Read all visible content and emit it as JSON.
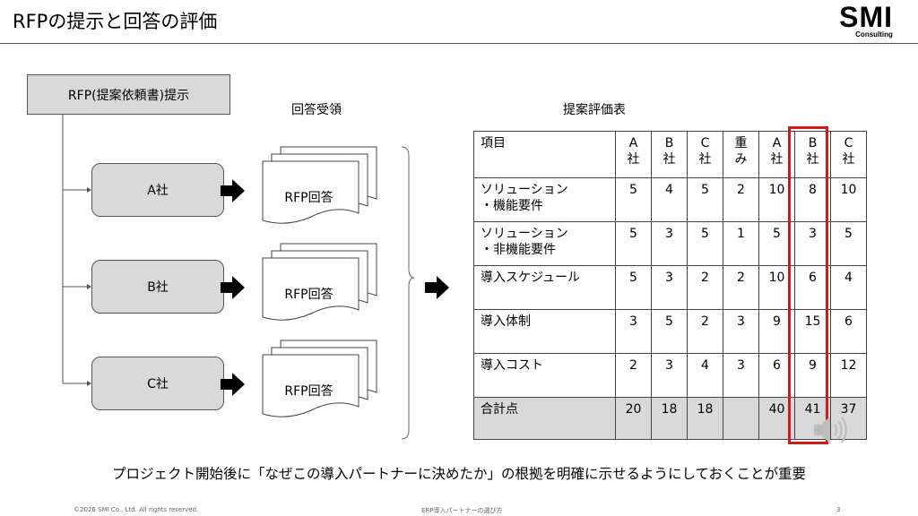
{
  "header": {
    "title": "RFPの提示と回答の評価",
    "logo_main": "SMI",
    "logo_sub": "Consulting"
  },
  "flow": {
    "rfp_label": "RFP(提案依頼書)提示",
    "companies": [
      "A社",
      "B社",
      "C社"
    ],
    "response_header": "回答受領",
    "doc_label": "RFP回答"
  },
  "eval_table": {
    "title": "提案評価表",
    "headers": [
      "項目",
      "A 社",
      "B 社",
      "C 社",
      "重 み",
      "A 社",
      "B 社",
      "C 社"
    ],
    "rows": [
      {
        "item": [
          "ソリューション",
          "・機能要件"
        ],
        "values": [
          "5",
          "4",
          "5",
          "2",
          "10",
          "8",
          "10"
        ]
      },
      {
        "item": [
          "ソリューション",
          "・非機能要件"
        ],
        "values": [
          "5",
          "3",
          "5",
          "1",
          "5",
          "3",
          "5"
        ]
      },
      {
        "item": [
          "導入スケジュール"
        ],
        "values": [
          "5",
          "3",
          "2",
          "2",
          "10",
          "6",
          "4"
        ]
      },
      {
        "item": [
          "導入体制"
        ],
        "values": [
          "3",
          "5",
          "2",
          "3",
          "9",
          "15",
          "6"
        ]
      },
      {
        "item": [
          "導入コスト"
        ],
        "values": [
          "2",
          "3",
          "4",
          "3",
          "6",
          "9",
          "12"
        ]
      }
    ],
    "total": {
      "item": "合計点",
      "values": [
        "20",
        "18",
        "18",
        "",
        "40",
        "41",
        "37"
      ]
    }
  },
  "note": "プロジェクト開始後に「なぜこの導入パートナーに決めたか」の根拠を明確に示せるようにしておくことが重要",
  "footer": {
    "copyright": "©2026 SMI Co., Ltd. All rights reserved.",
    "center": "ERP導入パートナーの選び方",
    "page": "3"
  },
  "colors": {
    "box_fill": "#d9d9d9",
    "highlight": "#d11a1a"
  },
  "icons": [
    "arrow-right-icon",
    "speaker-icon"
  ]
}
